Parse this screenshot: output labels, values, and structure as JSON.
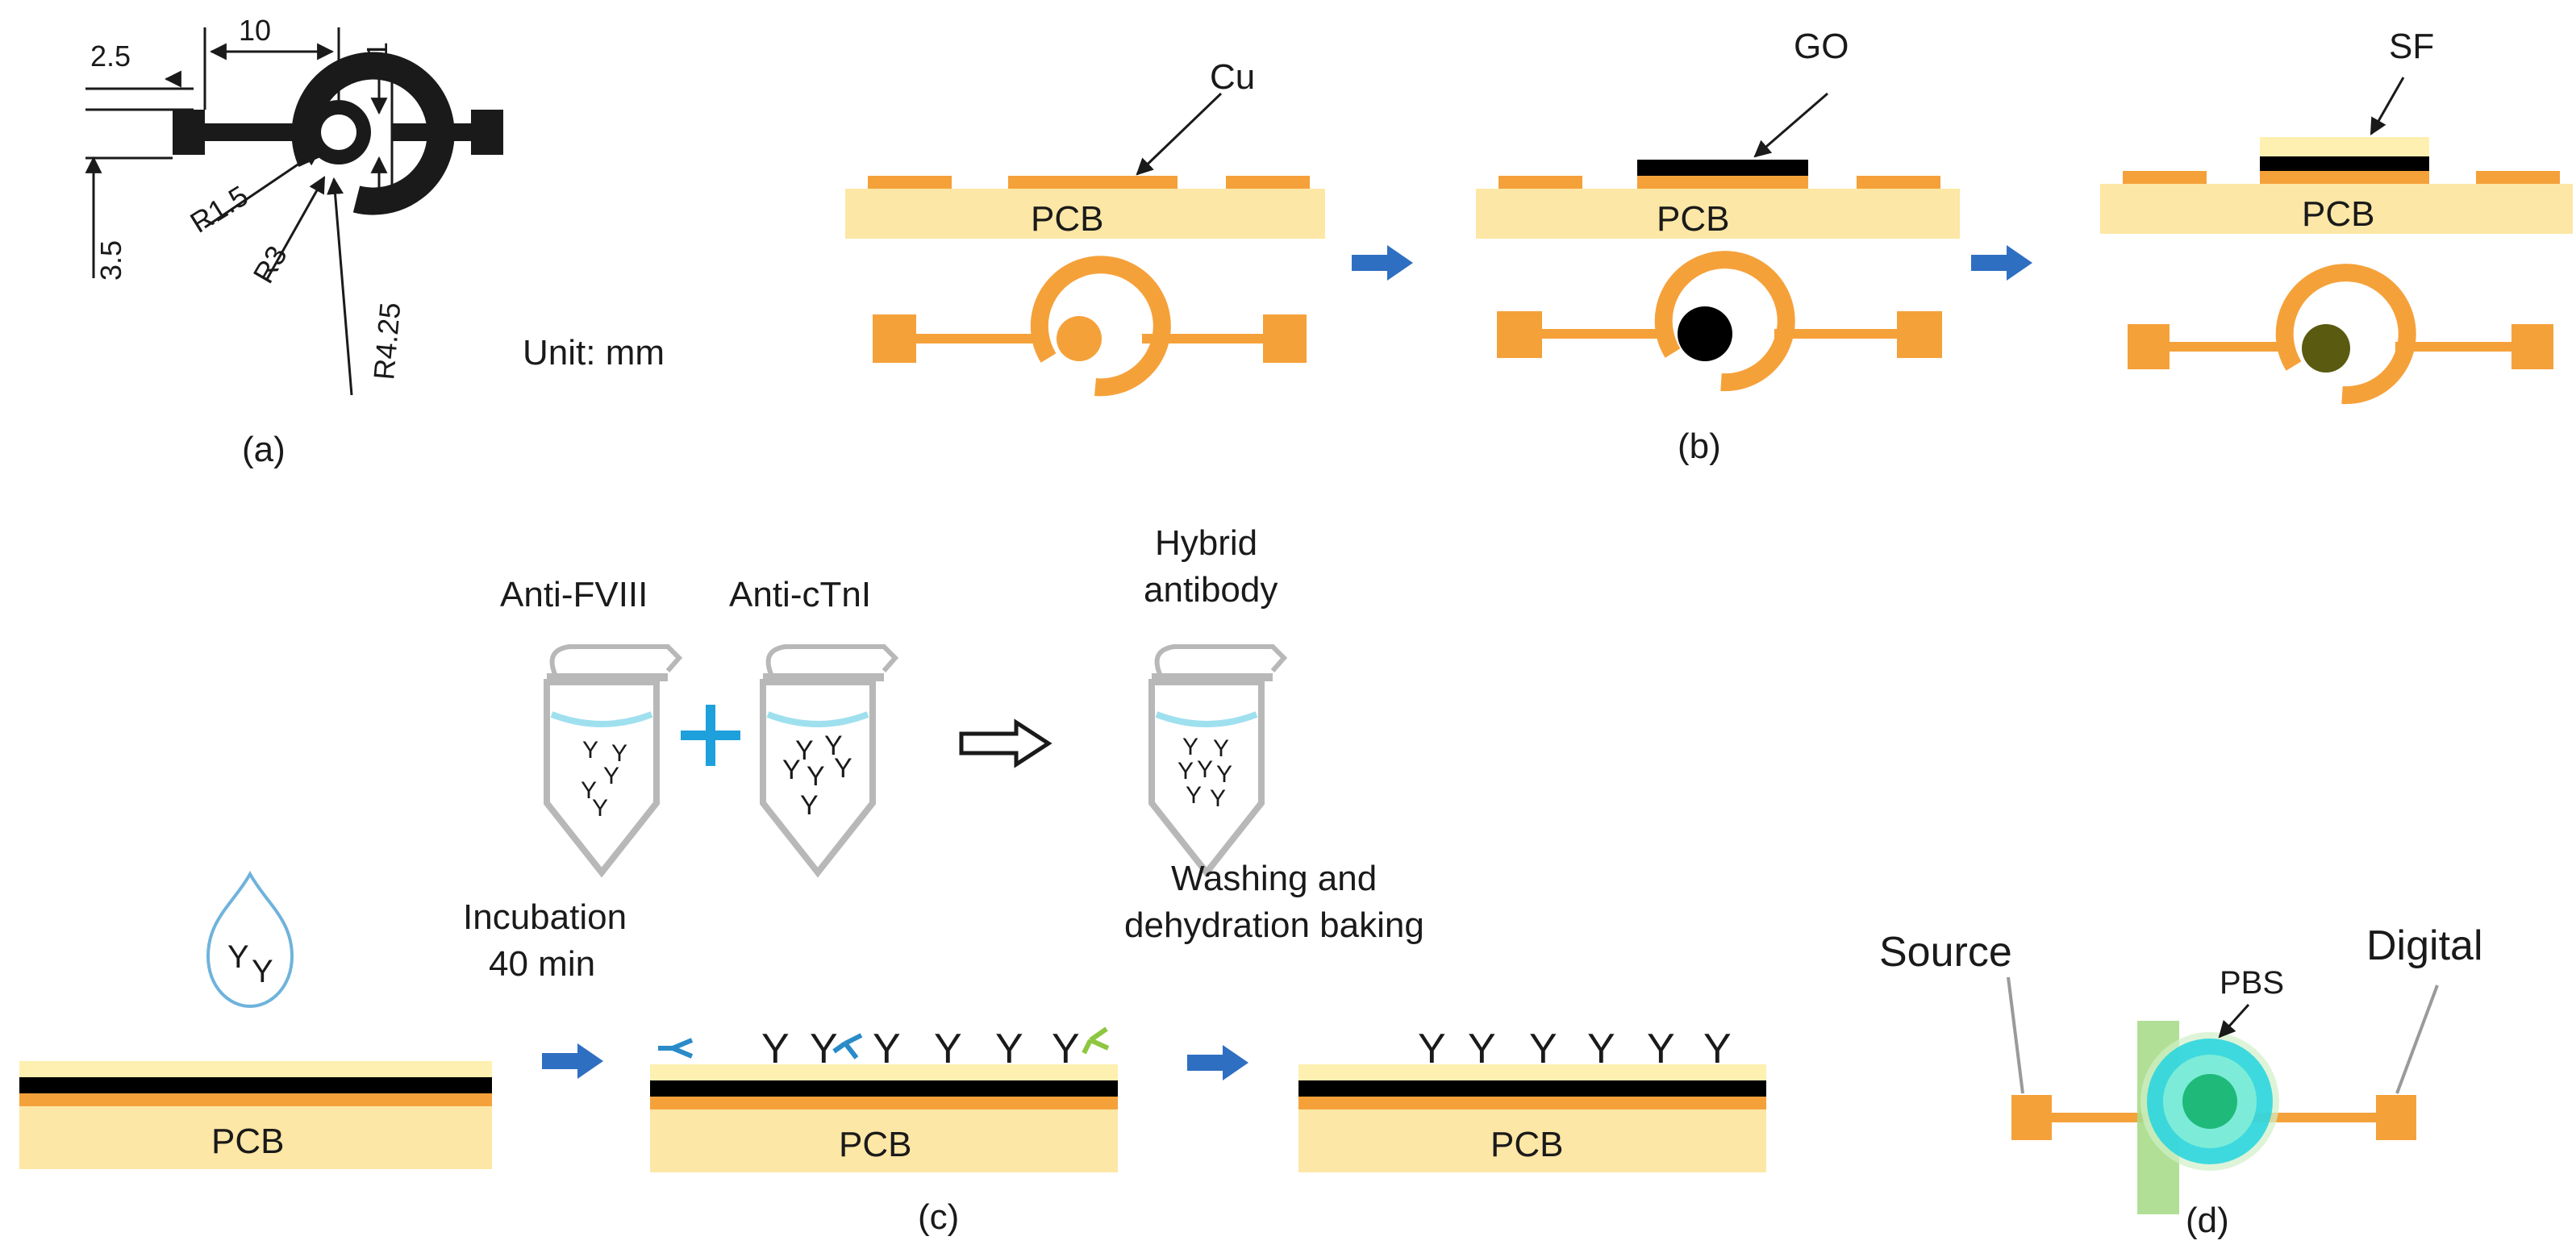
{
  "panel_a": {
    "dim_2_5": "2.5",
    "dim_10": "10",
    "dim_1": "1",
    "dim_3_5": "3.5",
    "r1_5": "R1.5",
    "r3": "R3",
    "r4_25": "R4.25",
    "unit": "Unit: mm",
    "caption": "(a)"
  },
  "panel_b": {
    "cu": "Cu",
    "go": "GO",
    "sf": "SF",
    "pcb": "PCB",
    "caption": "(b)"
  },
  "panel_c": {
    "anti_fviii": "Anti-FVIII",
    "anti_ctni": "Anti-cTnI",
    "hybrid_1": "Hybrid",
    "hybrid_2": "antibody",
    "incubation_1": "Incubation",
    "incubation_2": "40 min",
    "washing_1": "Washing and",
    "washing_2": "dehydration baking",
    "pcb": "PCB",
    "antibody_glyph": "Y",
    "caption": "(c)"
  },
  "panel_d": {
    "source": "Source",
    "digital": "Digital",
    "pbs": "PBS",
    "caption": "(d)"
  },
  "colors": {
    "copper": "#f5a13a",
    "substrate": "#fde7a6",
    "graphene_oxide": "#000000",
    "silk_fibroin": "#fdf0b0",
    "arrow_blue": "#2f6fc2",
    "antibody_blue": "#2a8bc8",
    "antibody_green": "#8dc63f",
    "tube_gray": "#b8b8b8",
    "liquid": "#9fe0ef",
    "pbs_cyan": "#22d3e0",
    "strip_green": "#a8dc8a",
    "sf_dot": "#5a5a10"
  }
}
